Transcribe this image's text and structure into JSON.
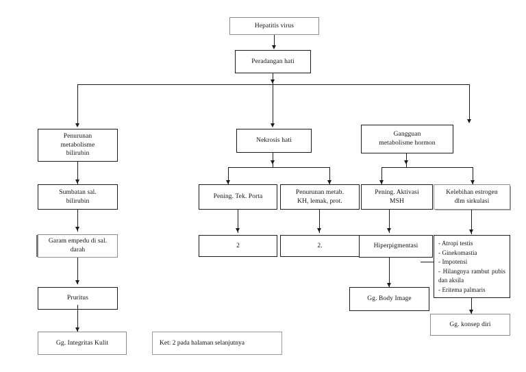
{
  "diagram": {
    "title_node": "Hepatitis virus",
    "nodes": {
      "hepatitis_virus": "Hepatitis virus",
      "peradangan_hati": "Peradangan hati",
      "penurunan_metabolisme_bilirubin": "Penurunan\nmetabolisme\nbilirubin",
      "nekrosis_hati": "Nekrosis hati",
      "gangguan_metabolisme_hormon": "Gangguan\nmetabolisme hormon",
      "sumbatan_sal_bilirubin": "Sumbatan sal.\nbilirubin",
      "pening_tek_porta": "Pening. Tek. Porta",
      "penurunan_metab_kh": "Penurunan metab.\nKH, lemak, prot.",
      "pening_aktivasi_msh": "Pening. Aktivasi\nMSH",
      "kelebihan_estrogen": "Kelebihan estrogen\ndlm sirkulasi",
      "garam_empedu": "Garam empedu di sal.\ndarah",
      "ref_two_left": "2",
      "ref_two_right": "2.",
      "hiperpigmentasi": "Hiperpigmentasi",
      "estrogen_effects": "- Atropi testis\n- Ginekomastia\n- Impotensi\n-  Hilangnya  rambut pubis dan aksila\n- Eritema palmaris",
      "pruritus": "Pruritus",
      "gg_body_image": "Gg. Body Image",
      "gg_konsep_diri": "Gg. konsep diri",
      "gg_integritas_kulit": "Gg. Integritas Kulit",
      "keterangan": "Ket: 2 pada halaman selanjutnya"
    },
    "colors": {
      "stroke": "#1a1a1a",
      "soft_stroke": "#8d8d8d",
      "background": "#ffffff",
      "text": "#111111"
    }
  }
}
